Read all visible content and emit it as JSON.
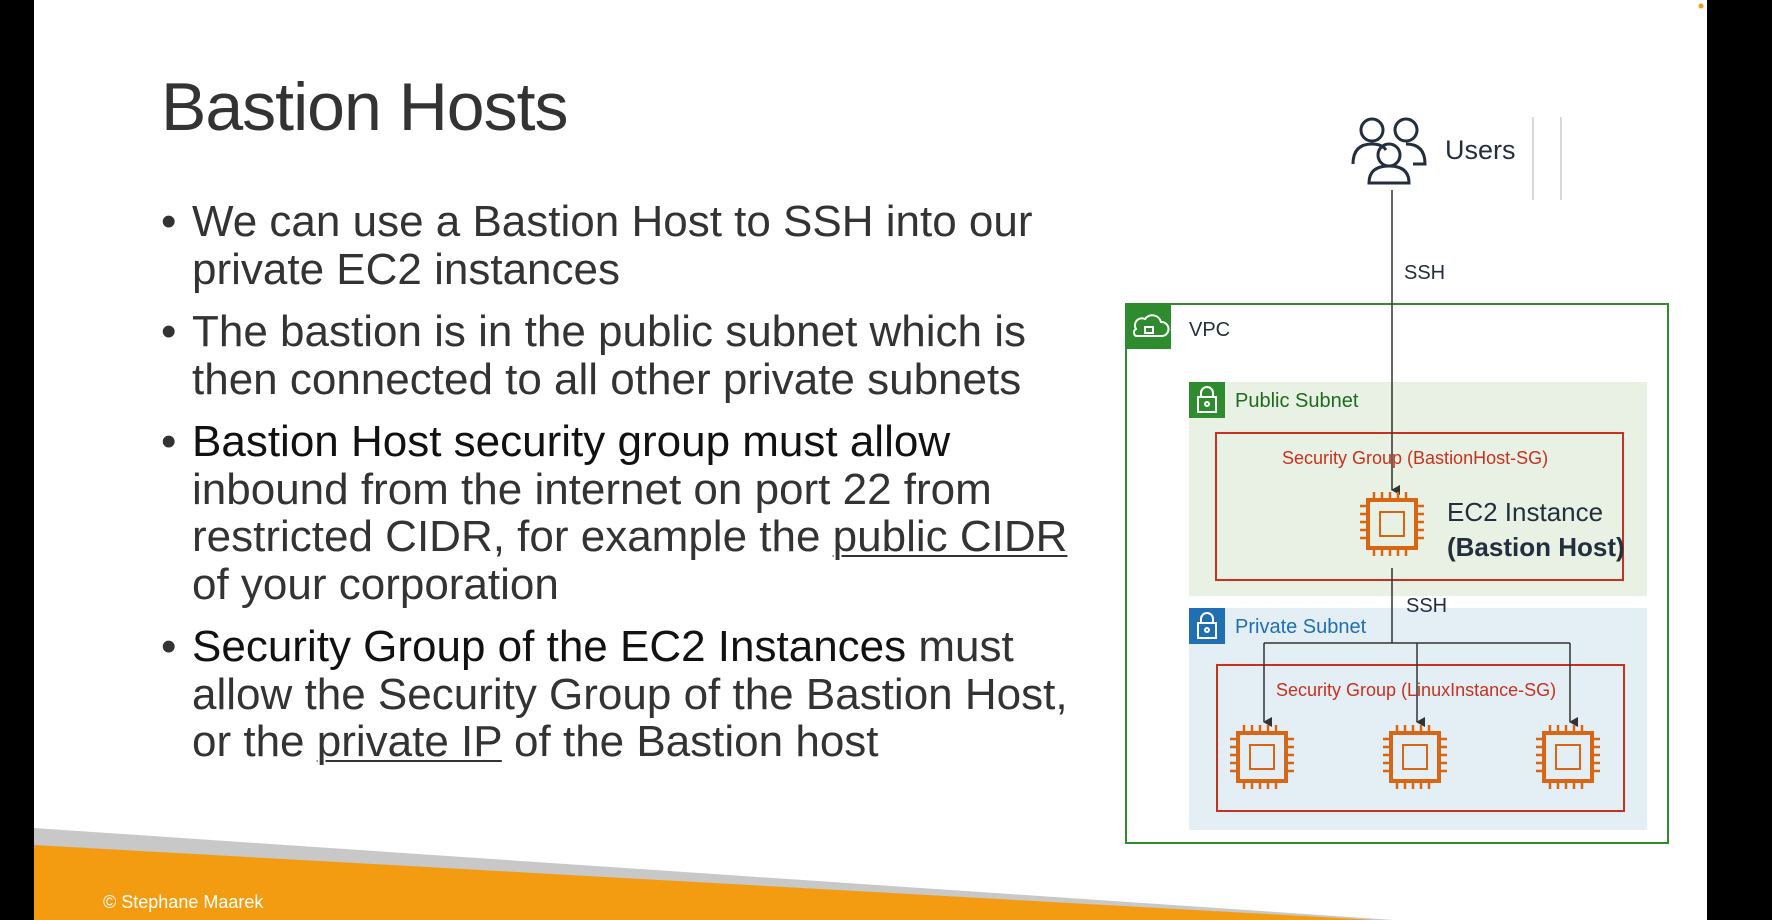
{
  "slide": {
    "title": "Bastion Hosts",
    "bullets": [
      {
        "text": "We can use a Bastion Host to SSH into our private EC2 instances"
      },
      {
        "text": "The bastion is in the public subnet which is then connected to all other private subnets"
      },
      {
        "lead": "Bastion Host security group must allow",
        "rest1": " inbound from the internet on port 22 from restricted CIDR, for example the ",
        "link": "public CIDR",
        "rest2": " of your corporation"
      },
      {
        "lead": "Security Group of the EC2 Instances",
        "rest1": " must allow the Security Group of the Bastion Host, or the ",
        "link": "private IP",
        "rest2": " of the Bastion host"
      }
    ],
    "footer": "© Stephane Maarek"
  },
  "diagram": {
    "users_label": "Users",
    "ssh_label_top": "SSH",
    "ssh_label_mid": "SSH",
    "vpc_label": "VPC",
    "public_subnet_label": "Public Subnet",
    "private_subnet_label": "Private Subnet",
    "bastion_sg_label": "Security Group (BastionHost-SG)",
    "linux_sg_label": "Security Group (LinuxInstance-SG)",
    "ec2_label_line1": "EC2 Instance",
    "ec2_label_line2": "(Bastion Host)",
    "colors": {
      "vpc_green": "#2e8b2e",
      "public_fill": "#e8f1e3",
      "private_fill": "#e3eef5",
      "private_blue": "#1f6fb2",
      "sg_red": "#c7311f",
      "ec2_orange": "#d86613",
      "footer_orange": "#f39c12",
      "footer_gray": "#c8c8c8"
    }
  }
}
